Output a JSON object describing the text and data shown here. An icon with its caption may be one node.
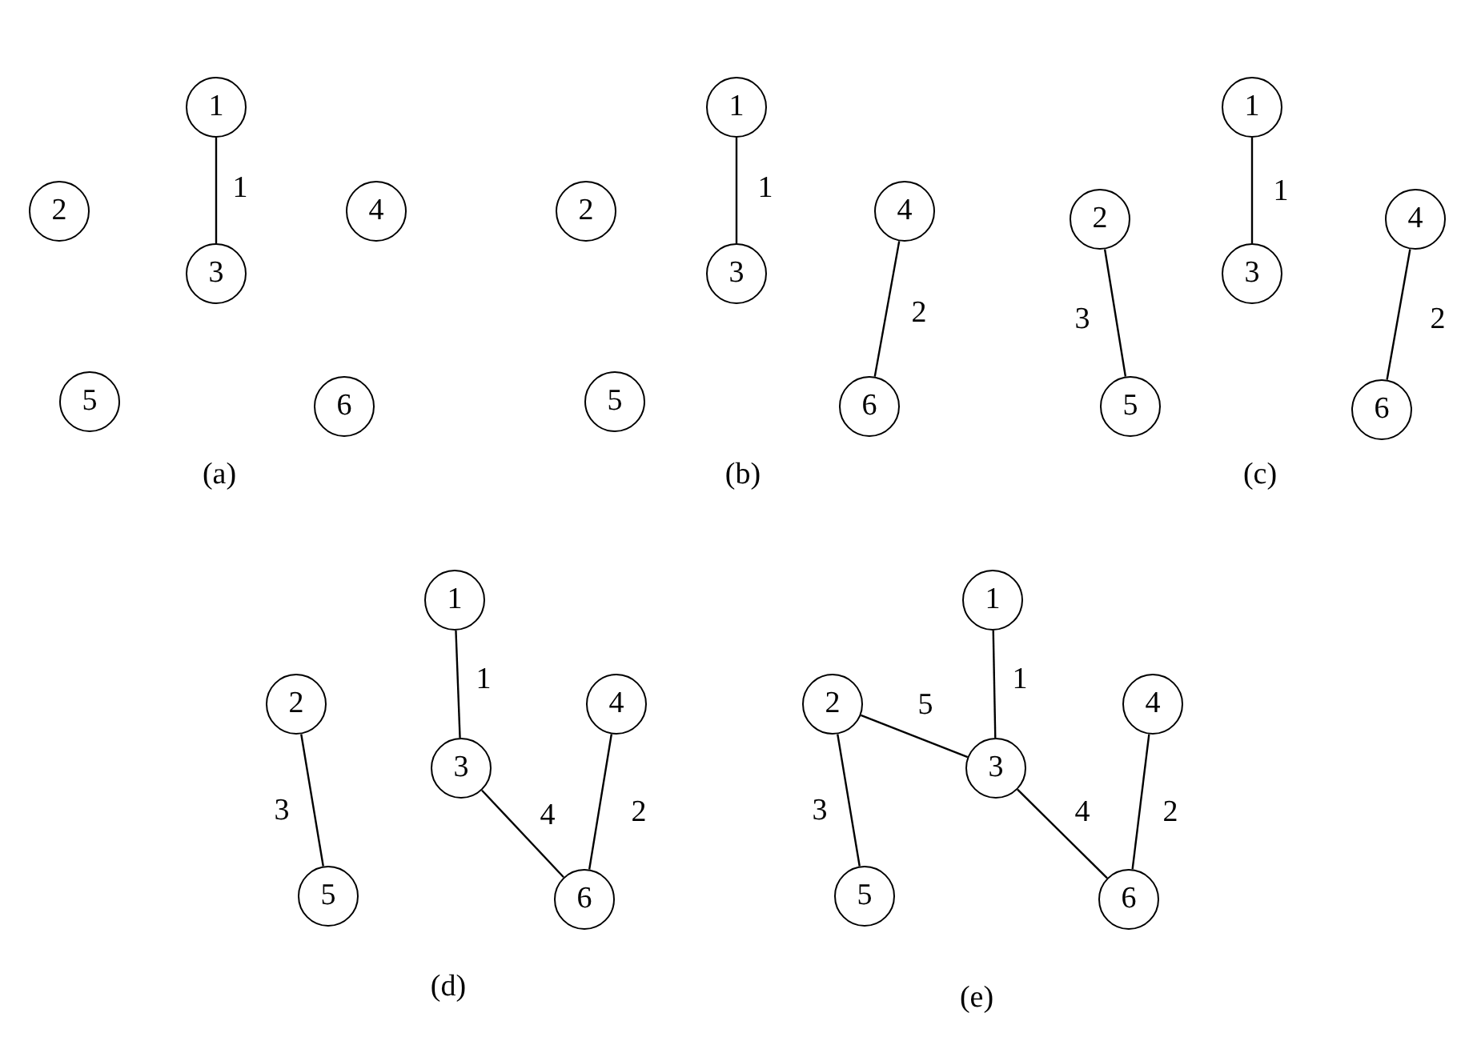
{
  "diagram": {
    "nodes": [
      {
        "text": [
          "1"
        ]
      },
      {
        "text": [
          "2"
        ]
      },
      {
        "text": [
          "3"
        ]
      },
      {
        "text": [
          "4"
        ]
      },
      {
        "text": [
          "5"
        ]
      },
      {
        "text": [
          "6"
        ]
      },
      {
        "text": [
          "1"
        ]
      },
      {
        "text": [
          "2"
        ]
      },
      {
        "text": [
          "3"
        ]
      },
      {
        "text": [
          "4"
        ]
      },
      {
        "text": [
          "5"
        ]
      },
      {
        "text": [
          "6"
        ]
      },
      {
        "text": [
          "1"
        ]
      },
      {
        "text": [
          "2"
        ]
      },
      {
        "text": [
          "3"
        ]
      },
      {
        "text": [
          "4"
        ]
      },
      {
        "text": [
          "5"
        ]
      },
      {
        "text": [
          "6"
        ]
      },
      {
        "text": [
          "1"
        ]
      },
      {
        "text": [
          "2"
        ]
      },
      {
        "text": [
          "3"
        ]
      },
      {
        "text": [
          "4"
        ]
      },
      {
        "text": [
          "5"
        ]
      },
      {
        "text": [
          "6"
        ]
      },
      {
        "text": [
          "1"
        ]
      },
      {
        "text": [
          "2"
        ]
      },
      {
        "text": [
          "3"
        ]
      },
      {
        "text": [
          "4"
        ]
      },
      {
        "text": [
          "5"
        ]
      },
      {
        "text": [
          "6"
        ]
      }
    ],
    "edges": [
      {
        "from": 0,
        "to": 2,
        "arrow": "none",
        "label": "1"
      },
      {
        "from": 6,
        "to": 8,
        "arrow": "none",
        "label": "1"
      },
      {
        "from": 9,
        "to": 11,
        "arrow": "none",
        "label": "2"
      },
      {
        "from": 12,
        "to": 14,
        "arrow": "none",
        "label": "1"
      },
      {
        "from": 13,
        "to": 16,
        "arrow": "none",
        "label": "3"
      },
      {
        "from": 15,
        "to": 17,
        "arrow": "none",
        "label": "2"
      },
      {
        "from": 18,
        "to": 20,
        "arrow": "none",
        "label": "1"
      },
      {
        "from": 19,
        "to": 22,
        "arrow": "none",
        "label": "3"
      },
      {
        "from": 20,
        "to": 23,
        "arrow": "none",
        "label": "4"
      },
      {
        "from": 21,
        "to": 23,
        "arrow": "none",
        "label": "2"
      },
      {
        "from": 24,
        "to": 26,
        "arrow": "none",
        "label": "1"
      },
      {
        "from": 25,
        "to": 26,
        "arrow": "none",
        "label": "5"
      },
      {
        "from": 25,
        "to": 28,
        "arrow": "none",
        "label": "3"
      },
      {
        "from": 26,
        "to": 29,
        "arrow": "none",
        "label": "4"
      },
      {
        "from": 27,
        "to": 29,
        "arrow": "none",
        "label": "2"
      }
    ],
    "labels": [
      "(a)",
      "(b)",
      "(c)",
      "(d)",
      "(e)"
    ]
  }
}
